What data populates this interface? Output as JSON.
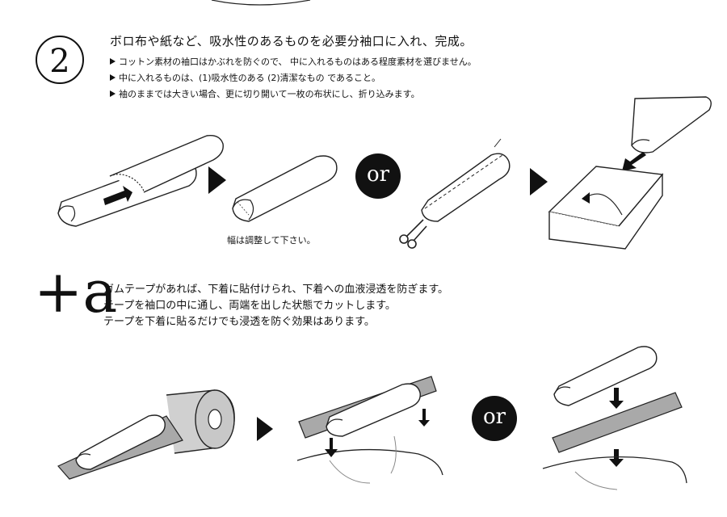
{
  "step": {
    "number": "2",
    "title": "ボロ布や紙など、吸水性のあるものを必要分袖口に入れ、完成。",
    "bullets": [
      "コットン素材の袖口はかぶれを防ぐので、 中に入れるものはある程度素材を選びません。",
      "中に入れるものは、(1)吸水性のある (2)清潔なもの であること。",
      "袖のままでは大きい場合、更に切り開いて一枚の布状にし、折り込みます。"
    ],
    "caption": "幅は調整して下さい。",
    "or_label": "or"
  },
  "plus": {
    "label": "+a",
    "lines": [
      "ガムテープがあれば、下着に貼付けられ、下着への血液浸透を防ぎます。",
      "テープを袖口の中に通し、両端を出した状態でカットします。",
      "テープを下着に貼るだけでも浸透を防ぐ効果はあります。"
    ],
    "or_label": "or"
  },
  "icons": [
    "arrow-right-icon",
    "scissors-icon",
    "down-arrow-icon",
    "tape-roll-icon"
  ]
}
